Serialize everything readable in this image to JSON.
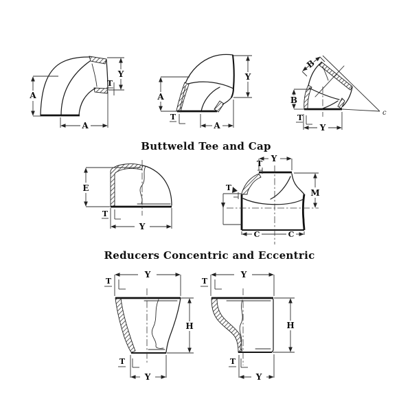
{
  "canvas": {
    "background": "#ffffff",
    "ink": "#1c1c1c"
  },
  "sections": {
    "tee_and_cap_title": "Buttweld Tee and Cap",
    "reducers_title": "Reducers Concentric and Eccentric"
  },
  "elbow_long_radius": {
    "a_left": "A",
    "a_bottom": "A",
    "y_right": "Y",
    "t": "T"
  },
  "elbow_short_radius": {
    "a_left": "A",
    "a_bottom": "A",
    "y_right": "Y",
    "t": "T"
  },
  "elbow_45": {
    "b_slant": "B",
    "b_left": "B",
    "y_bottom": "Y",
    "t": "T",
    "vertex": "c"
  },
  "cap": {
    "e_left": "E",
    "t": "T",
    "y_bottom": "Y"
  },
  "tee": {
    "y_top": "Y",
    "t_top": "T",
    "t_left": "T",
    "m_right": "M",
    "c_left": "C",
    "c_right": "C"
  },
  "reducer_concentric": {
    "y_top": "Y",
    "t_top": "T",
    "h_right": "H",
    "t_bottom": "T",
    "y_bottom": "Y"
  },
  "reducer_eccentric": {
    "y_top": "Y",
    "t_top": "T",
    "h_right": "H",
    "t_bottom": "T",
    "y_bottom": "Y"
  }
}
